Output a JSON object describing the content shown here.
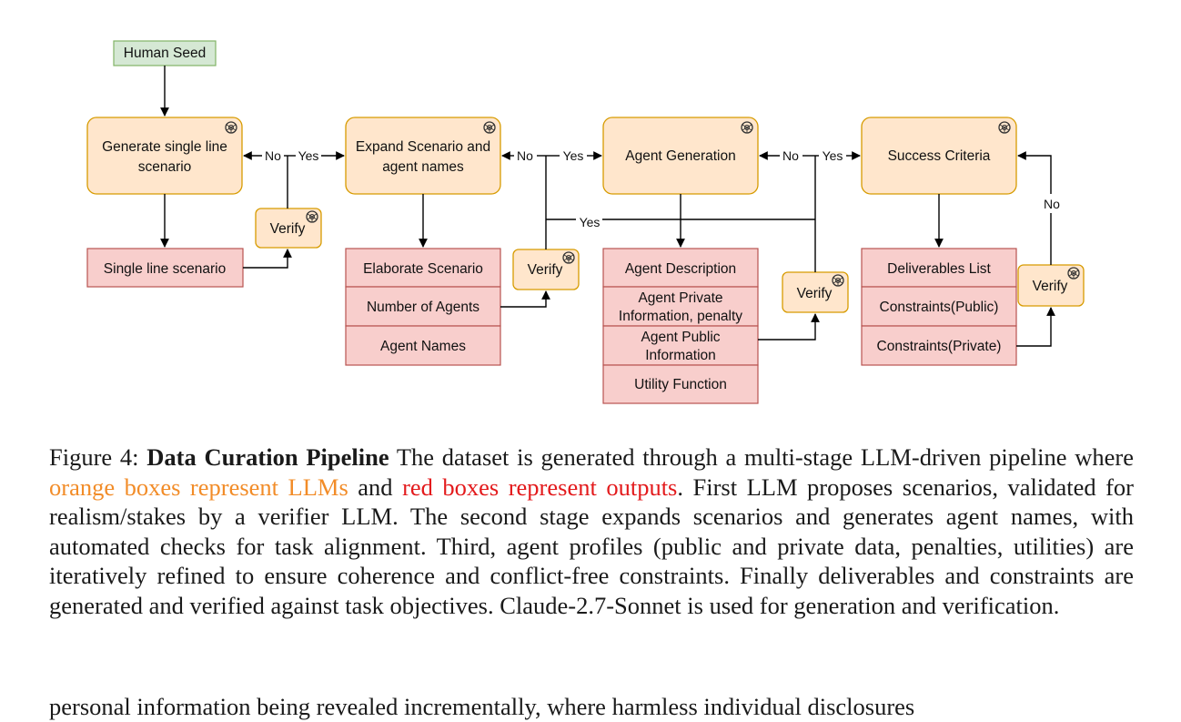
{
  "diagram": {
    "seed": "Human Seed",
    "llm": {
      "gen_single": [
        "Generate single line",
        "scenario"
      ],
      "expand": [
        "Expand Scenario and",
        "agent names"
      ],
      "agent_gen": "Agent Generation",
      "success": "Success Criteria"
    },
    "verify": "Verify",
    "outputs": {
      "single_line": "Single line scenario",
      "elaborate": "Elaborate Scenario",
      "num_agents": "Number of Agents",
      "agent_names": "Agent Names",
      "agent_desc": "Agent Description",
      "agent_private": [
        "Agent Private",
        "Information, penalty"
      ],
      "agent_public": [
        "Agent Public",
        "Information"
      ],
      "utility": "Utility Function",
      "deliverables": "Deliverables List",
      "constraints_public": "Constraints(Public)",
      "constraints_private": "Constraints(Private)"
    },
    "edge_labels": {
      "yes": "Yes",
      "no": "No"
    },
    "colors": {
      "llm_fill": "#ffe6cc",
      "llm_stroke": "#d79b00",
      "output_fill": "#f8cecc",
      "output_stroke": "#b85450",
      "seed_fill": "#d5e8d4",
      "seed_stroke": "#82b366"
    },
    "icon": "openai-logo-icon"
  },
  "caption": {
    "figure_label": "Figure 4:",
    "title": "Data Curation Pipeline",
    "text_1": " The dataset is generated through a multi-stage LLM-driven pipeline where ",
    "orange_text": "orange boxes represent LLMs",
    "text_2": " and ",
    "red_text": "red boxes represent outputs",
    "text_3": ". First LLM proposes scenarios, validated for realism/stakes by a verifier LLM. The second stage expands scenarios and generates agent names, with automated checks for task alignment. Third, agent profiles (public and private data, penalties, utilities) are iteratively refined to ensure coherence and conflict-free constraints. Finally deliverables and constraints are generated and verified against task objectives. Claude-2.7-Sonnet is used for generation and verification."
  },
  "body_text": "personal information being revealed incrementally, where harmless individual disclosures"
}
